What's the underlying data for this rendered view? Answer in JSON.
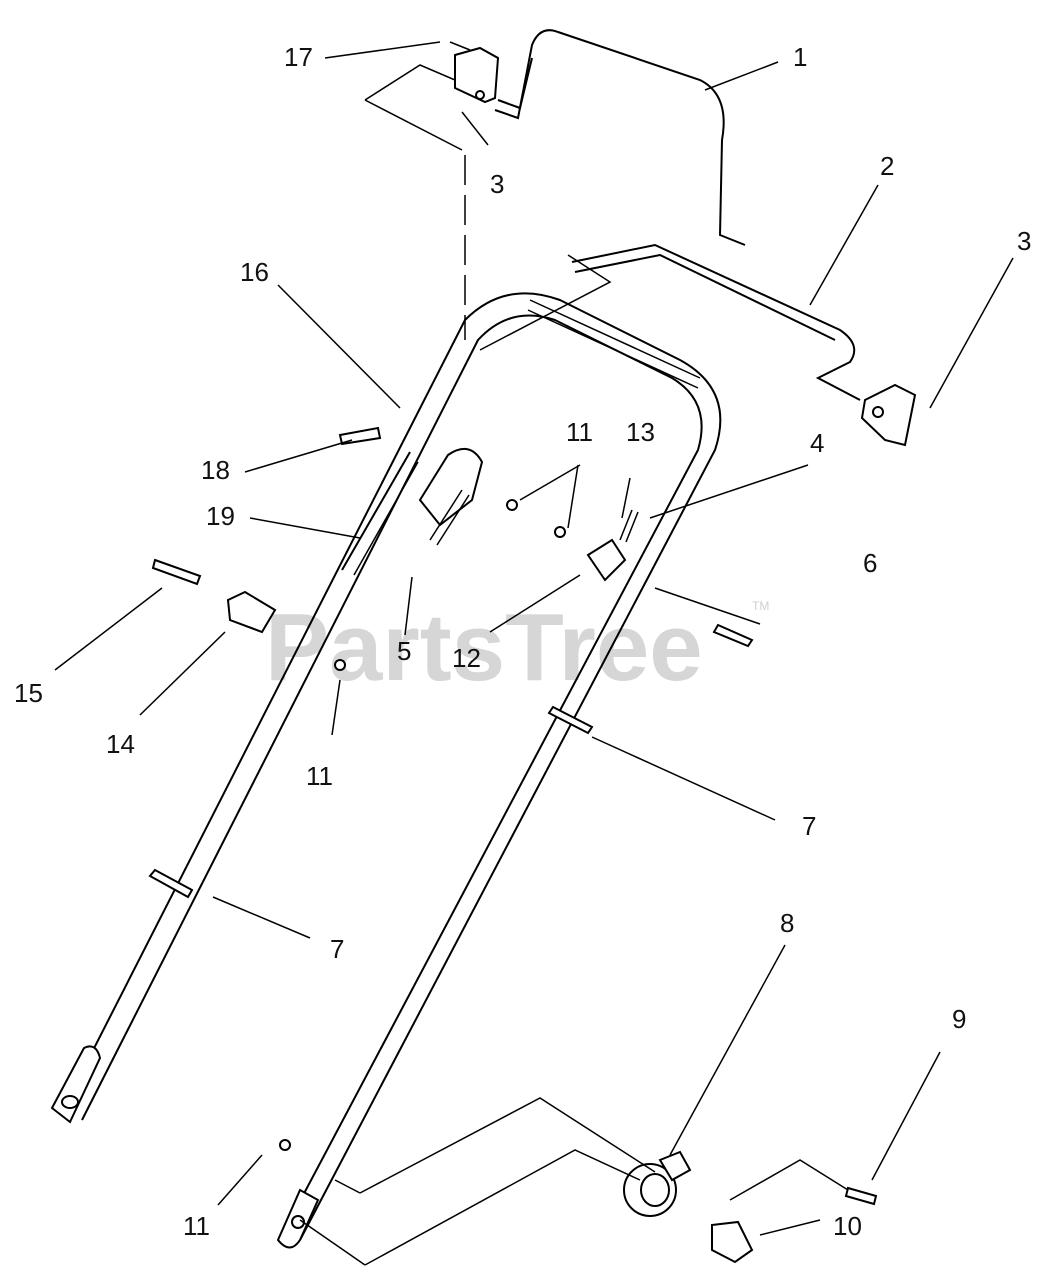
{
  "watermark": {
    "text": "PartsTree",
    "mark": "TM"
  },
  "callouts": [
    {
      "id": "c1",
      "text": "1"
    },
    {
      "id": "c2",
      "text": "2"
    },
    {
      "id": "c3a",
      "text": "3"
    },
    {
      "id": "c3b",
      "text": "3"
    },
    {
      "id": "c4",
      "text": "4"
    },
    {
      "id": "c5",
      "text": "5"
    },
    {
      "id": "c6",
      "text": "6"
    },
    {
      "id": "c7a",
      "text": "7"
    },
    {
      "id": "c7b",
      "text": "7"
    },
    {
      "id": "c8",
      "text": "8"
    },
    {
      "id": "c9",
      "text": "9"
    },
    {
      "id": "c10",
      "text": "10"
    },
    {
      "id": "c11a",
      "text": "11"
    },
    {
      "id": "c11b",
      "text": "11"
    },
    {
      "id": "c11c",
      "text": "11"
    },
    {
      "id": "c12",
      "text": "12"
    },
    {
      "id": "c13",
      "text": "13"
    },
    {
      "id": "c14",
      "text": "14"
    },
    {
      "id": "c15",
      "text": "15"
    },
    {
      "id": "c16",
      "text": "16"
    },
    {
      "id": "c17",
      "text": "17"
    },
    {
      "id": "c18",
      "text": "18"
    },
    {
      "id": "c19",
      "text": "19"
    }
  ]
}
